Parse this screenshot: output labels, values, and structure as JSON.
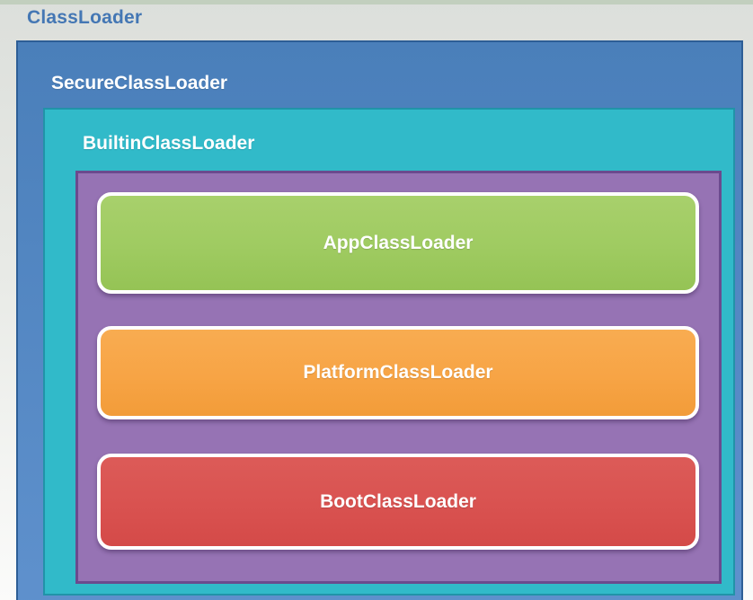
{
  "diagram": {
    "root": {
      "label": "ClassLoader"
    },
    "secure": {
      "label": "SecureClassLoader"
    },
    "builtin": {
      "label": "BuiltinClassLoader"
    },
    "loaders": {
      "app": {
        "label": "AppClassLoader",
        "color": "#9fcb61"
      },
      "platform": {
        "label": "PlatformClassLoader",
        "color": "#f7a445"
      },
      "boot": {
        "label": "BootClassLoader",
        "color": "#d95250"
      }
    }
  },
  "colors": {
    "page-bg-top": "#dcdfdb",
    "page-bg-mid": "#e8eae6",
    "page-bg-bottom": "#fbfbfa",
    "top-strip": "#c2cfbe",
    "title-text": "#4477b4",
    "secure-fill-top": "#4a7fba",
    "secure-fill-bottom": "#5f91cd",
    "secure-border": "#2d5e96",
    "builtin-fill": "#31bac9",
    "builtin-border": "#2193a8",
    "purple-fill": "#9673b4",
    "purple-border": "#6b4a8e",
    "app-fill": "#9fcb61",
    "platform-fill": "#f7a445",
    "boot-fill": "#d95250",
    "label-text": "#ffffff"
  }
}
